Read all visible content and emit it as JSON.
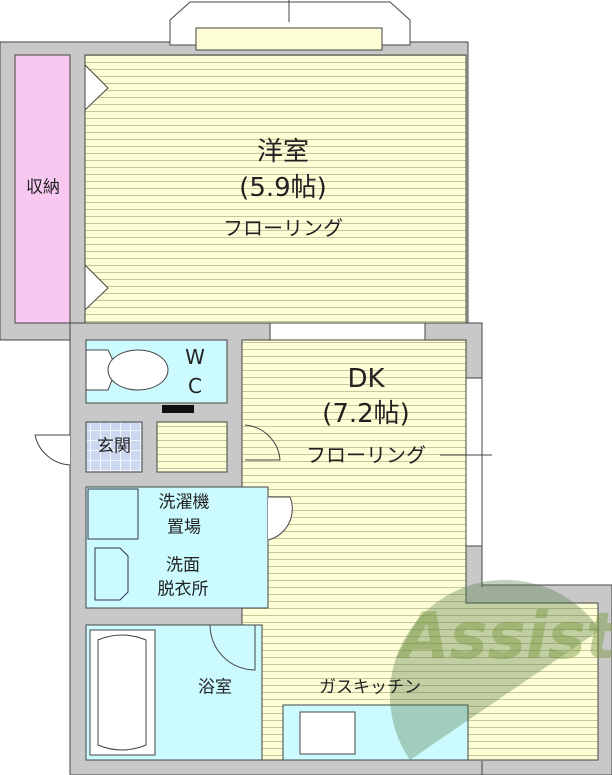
{
  "rooms": {
    "western": {
      "name": "洋室",
      "size": "(5.9帖)",
      "floor": "フローリング"
    },
    "closet": "収納",
    "wc": {
      "line1": "W",
      "line2": "C"
    },
    "dk": {
      "name": "DK",
      "size": "(7.2帖)",
      "floor": "フローリング"
    },
    "entrance": "玄関",
    "laundry": {
      "line1": "洗濯機",
      "line2": "置場"
    },
    "washroom": {
      "line1": "洗面",
      "line2": "脱衣所"
    },
    "bath": "浴室",
    "kitchen": "ガスキッチン"
  },
  "watermark": "Assist",
  "colors": {
    "wall": "#c8c8c8",
    "floor": "#fdfdd6",
    "wet": "#ccfbff",
    "closet": "#f8c8f0",
    "tile": "#ccd8f0"
  }
}
